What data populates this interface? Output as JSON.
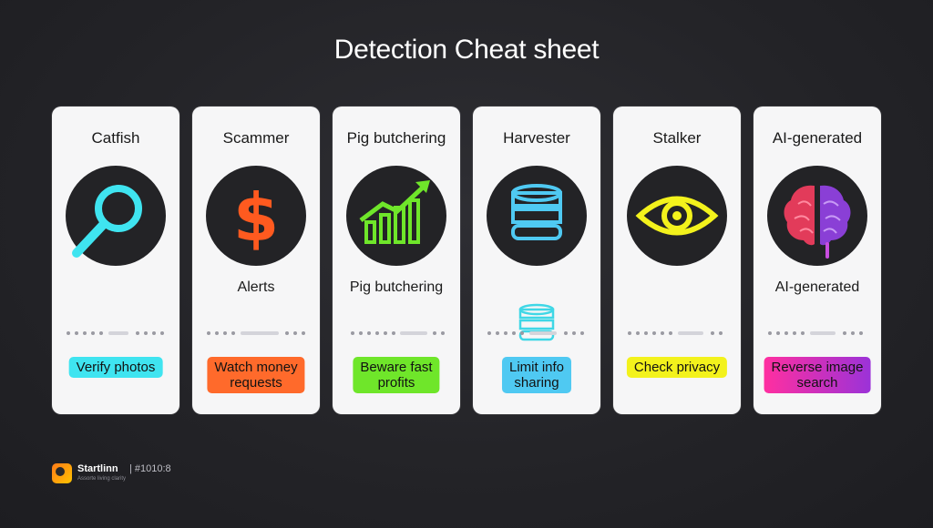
{
  "title": "Detection Cheat sheet",
  "cards": [
    {
      "title": "Catfish",
      "icon": "magnifier-icon",
      "sub_label": "",
      "pill": "Verify photos",
      "pill_color": "#3fe4f0"
    },
    {
      "title": "Scammer",
      "icon": "dollar-icon",
      "sub_label": "Alerts",
      "pill": "Watch money\nrequests",
      "pill_color": "#ff6a2b"
    },
    {
      "title": "Pig butchering",
      "icon": "growth-chart-icon",
      "sub_label": "Pig butchering",
      "pill": "Beware fast\nprofits",
      "pill_color": "#6fe62a"
    },
    {
      "title": "Harvester",
      "icon": "database-icon",
      "sub_label": "",
      "pill": "Limit info\nsharing",
      "pill_color": "#4fc9f2"
    },
    {
      "title": "Stalker",
      "icon": "eye-icon",
      "sub_label": "",
      "pill": "Check privacy",
      "pill_color": "#f3f21c"
    },
    {
      "title": "AI-generated",
      "icon": "brain-icon",
      "sub_label": "AI-generated",
      "pill": "Reverse image\nsearch",
      "pill_color": "#d62ad8"
    }
  ],
  "footer": {
    "brand": "Startlinn",
    "code": "| #1010:8",
    "tagline": "Assorte living clarity"
  }
}
